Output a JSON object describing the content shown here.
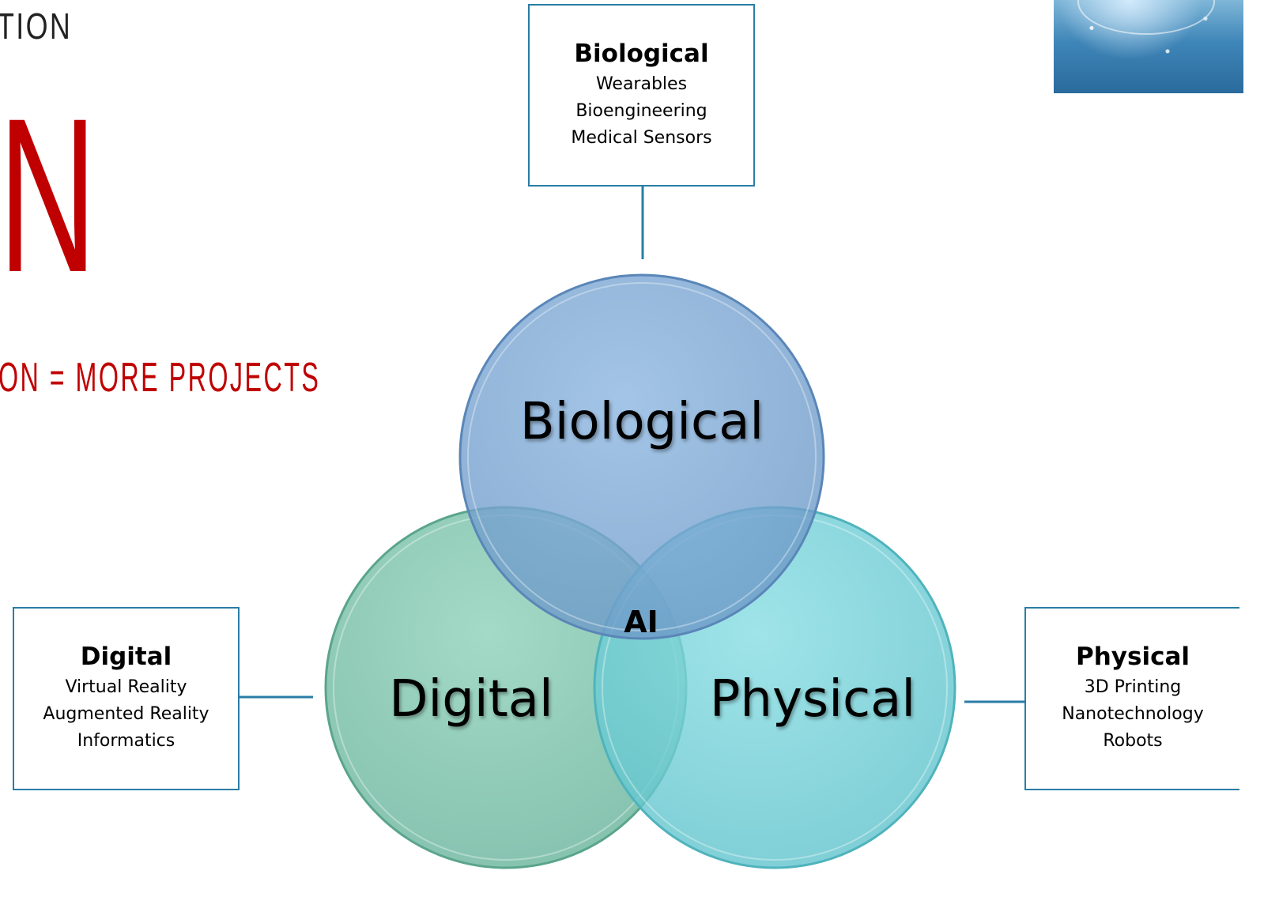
{
  "slide": {
    "heading_fragment": "TION",
    "big_letter": "N",
    "subtitle_fragment": "ON = MORE PROJECTS",
    "accent_color": "#c00000"
  },
  "venn": {
    "circles": [
      {
        "label": "Biological",
        "color": "#7aa6d4"
      },
      {
        "label": "Digital",
        "color": "#7ec8b0"
      },
      {
        "label": "Physical",
        "color": "#6fd0d8"
      }
    ],
    "center_label": "AI"
  },
  "callouts": {
    "biological": {
      "title": "Biological",
      "items": [
        "Wearables",
        "Bioengineering",
        "Medical Sensors"
      ]
    },
    "digital": {
      "title": "Digital",
      "items": [
        "Virtual Reality",
        "Augmented Reality",
        "Informatics"
      ]
    },
    "physical": {
      "title": "Physical",
      "items": [
        "3D Printing",
        "Nanotechnology",
        "Robots"
      ]
    }
  },
  "line_color": "#2a7da6"
}
